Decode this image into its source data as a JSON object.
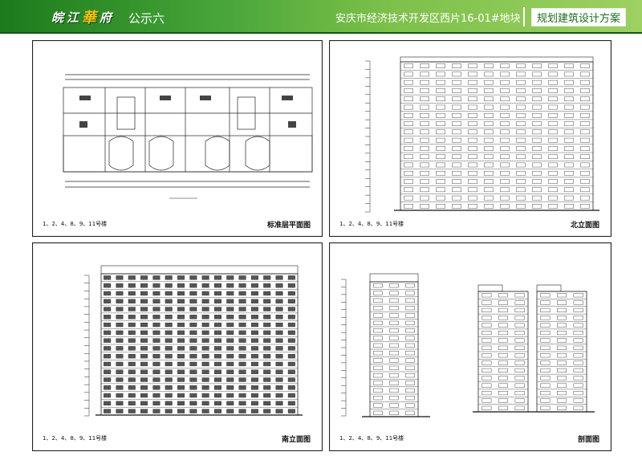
{
  "header": {
    "logo": [
      "皖",
      "江",
      "華",
      "府"
    ],
    "subtitle": "公示六",
    "project": "安庆市经济技术开发区西片16-01#地块",
    "scheme": "规划建筑设计方案"
  },
  "panels": [
    {
      "title": "标准层平面图",
      "buildings": "1、2、4、8、9、11号楼",
      "caption": "标准层平面图"
    },
    {
      "title": "北立面图",
      "buildings": "1、2、4、8、9、11号楼",
      "caption": "北立面图"
    },
    {
      "title": "南立面图",
      "buildings": "1、2、4、8、9、11号楼",
      "caption": "南立面图"
    },
    {
      "title": "剖面图",
      "buildings": "1、2、4、8、9、11号楼",
      "caption": "剖面图"
    }
  ],
  "colors": {
    "banner_dark": "#1c7a1c",
    "banner_light": "#9ed062",
    "logo_highlight": "#f3c21a"
  }
}
